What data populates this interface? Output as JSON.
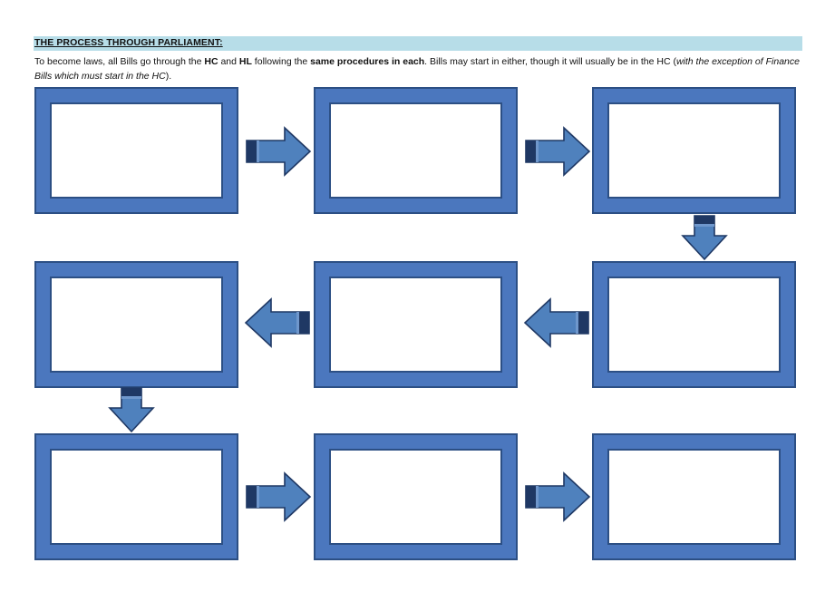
{
  "heading": "THE PROCESS THROUGH PARLIAMENT:",
  "intro": {
    "p1": "To become laws, all Bills go through the ",
    "hc": "HC",
    "and": " and ",
    "hl": "HL",
    "p2": " following the ",
    "same": "same procedures in each",
    "p3": ". Bills may start in either, though it will usually be in the HC (",
    "italic": "with the exception of Finance Bills which must start in the HC",
    "p4": ")."
  },
  "colors": {
    "frame_fill": "#4b77be",
    "frame_border": "#2c4f84",
    "arrow_fill": "#4f81bd",
    "arrow_band": "#1f3864",
    "heading_bg": "#b7dde8"
  }
}
